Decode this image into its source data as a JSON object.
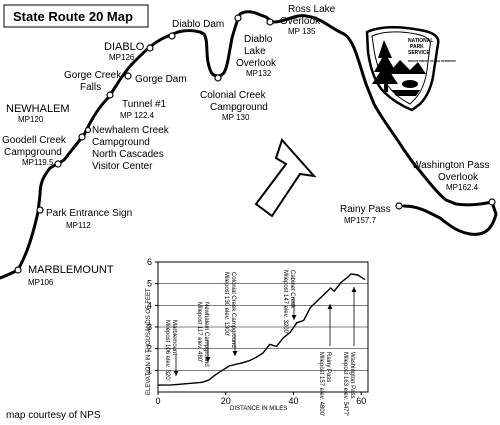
{
  "map": {
    "title": "State Route 20 Map",
    "credit": "map courtesy of NPS",
    "badge": {
      "icon": "national-park-service-arrowhead-icon",
      "text": [
        "NATIONAL",
        "PARK",
        "SERVICE"
      ],
      "subtext": "DEPARTMENT OF THE INTERIOR"
    },
    "places": {
      "marblemount": {
        "name": "MARBLEMOUNT",
        "mp": "MP106"
      },
      "park_entrance": {
        "name": "Park Entrance Sign",
        "mp": "MP112"
      },
      "goodell": {
        "name1": "Goodell Creek",
        "name2": "Campground",
        "mp": "MP119.5"
      },
      "newhalem": {
        "name": "NEWHALEM",
        "mp": "MP120"
      },
      "newhalem_creek": {
        "l1": "Newhalem Creek",
        "l2": "Campground",
        "l3": "North Cascades",
        "l4": "Visitor Center"
      },
      "gorge_falls": {
        "l1": "Gorge Creek",
        "l2": "Falls"
      },
      "tunnel": {
        "name": "Tunnel #1",
        "mp": "MP 122.4"
      },
      "gorge_dam": {
        "name": "Gorge Dam"
      },
      "diablo": {
        "name": "DIABLO",
        "mp": "MP126"
      },
      "diablo_dam": {
        "name": "Diablo Dam"
      },
      "diablo_overlook": {
        "l1": "Diablo",
        "l2": "Lake",
        "l3": "Overlook",
        "mp": "MP132"
      },
      "ross_lake": {
        "l1": "Ross Lake",
        "l2": "Overlook",
        "mp": "MP 135"
      },
      "colonial": {
        "l1": "Colonial Creek",
        "l2": "Campground",
        "mp": "MP 130"
      },
      "rainy_pass": {
        "name": "Rainy Pass",
        "mp": "MP157.7"
      },
      "washington_pass": {
        "l1": "Washington Pass",
        "l2": "Overlook",
        "mp": "MP162.4"
      }
    },
    "north_arrow": {
      "icon": "north-arrow-icon"
    }
  },
  "chart_data": {
    "type": "line",
    "xlabel": "DISTANCE IN MILES",
    "ylabel": "ELEVATION IN THOUSANDS OF FEET",
    "xlim": [
      0,
      62
    ],
    "ylim": [
      0,
      6
    ],
    "xticks": [
      "0",
      "20",
      "40",
      "60"
    ],
    "xtick_values": [
      0,
      20,
      40,
      60
    ],
    "yticks": [
      "1",
      "2",
      "3",
      "4",
      "5",
      "6"
    ],
    "ytick_values": [
      1,
      2,
      3,
      4,
      5,
      6
    ],
    "grid": "horizontal",
    "x": [
      0,
      4,
      8,
      11,
      13,
      15,
      17,
      19,
      21,
      23,
      25,
      27,
      29,
      31,
      33,
      35,
      37,
      39,
      41,
      43,
      45,
      47,
      49,
      51,
      52,
      54,
      56,
      57,
      59,
      61
    ],
    "y": [
      0.32,
      0.33,
      0.38,
      0.42,
      0.45,
      0.55,
      0.8,
      1.0,
      1.2,
      1.28,
      1.35,
      1.45,
      1.6,
      1.8,
      2.2,
      2.1,
      2.5,
      2.75,
      3.2,
      3.3,
      3.9,
      4.2,
      4.5,
      4.8,
      4.65,
      5.05,
      5.3,
      5.45,
      5.4,
      5.2
    ],
    "annotations": [
      {
        "l1": "Marblemount",
        "l2": "Milepost 106 elev. 320'"
      },
      {
        "l1": "Newhalem Campground",
        "l2": "Milepost 117 elev. 480'"
      },
      {
        "l1": "Colonial Creek Campground",
        "l2": "Milepost 130 elev. 1300'"
      },
      {
        "l1": "Cabinet Creek",
        "l2": "Milepost 147 elev. 3200'"
      },
      {
        "l1": "Rainy Pass",
        "l2": "Milepost 157 elev. 4800'"
      },
      {
        "l1": "Washington Pass",
        "l2": "Milepost 163 elev. 5477'"
      }
    ]
  }
}
